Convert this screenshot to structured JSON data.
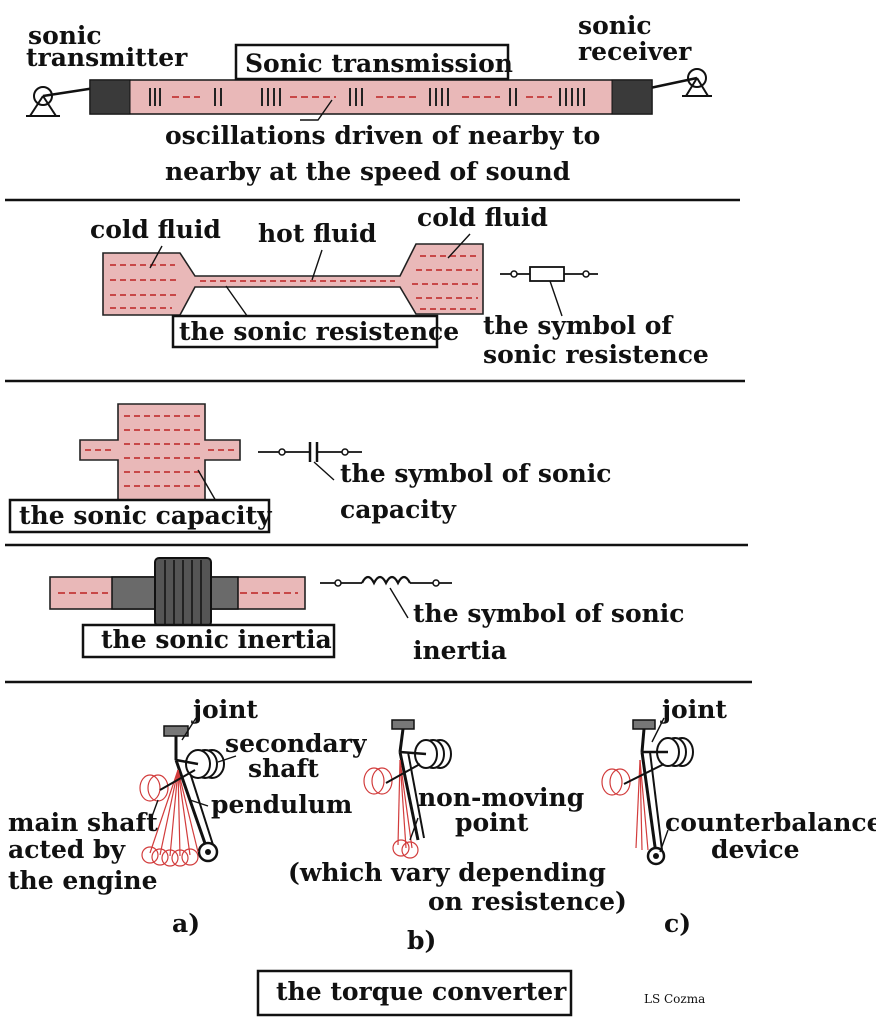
{
  "transmission": {
    "transmitter_line1": "sonic",
    "transmitter_line2": "transmitter",
    "receiver_line1": "sonic",
    "receiver_line2": "receiver",
    "title": "Sonic transmission",
    "desc_line1": "oscillations driven of nearby to",
    "desc_line2": "nearby at the speed of sound"
  },
  "resistance": {
    "cold_left": "cold fluid",
    "hot": "hot fluid",
    "cold_right": "cold fluid",
    "title": "the sonic resistence",
    "symbol_line1": "the symbol of",
    "symbol_line2": "sonic resistence"
  },
  "capacity": {
    "title": "the sonic capacity",
    "symbol_line1": "the symbol of sonic",
    "symbol_line2": "capacity"
  },
  "inertia": {
    "title": "the sonic inertia",
    "symbol_line1": "the symbol of sonic",
    "symbol_line2": "inertia"
  },
  "converter": {
    "joint_a": "joint",
    "secondary_line1": "secondary",
    "secondary_line2": "shaft",
    "pendulum": "pendulum",
    "main_line1": "main shaft",
    "main_line2": "acted by",
    "main_line3": "the engine",
    "nonmoving_line1": "non-moving",
    "nonmoving_line2": "point",
    "vary_line1": "(which vary depending",
    "vary_line2": "on resistence)",
    "joint_c": "joint",
    "counter_line1": "counterbalance",
    "counter_line2": "device",
    "label_a": "a)",
    "label_b": "b)",
    "label_c": "c)",
    "title": "the torque converter",
    "credit": "LS Cozma"
  }
}
